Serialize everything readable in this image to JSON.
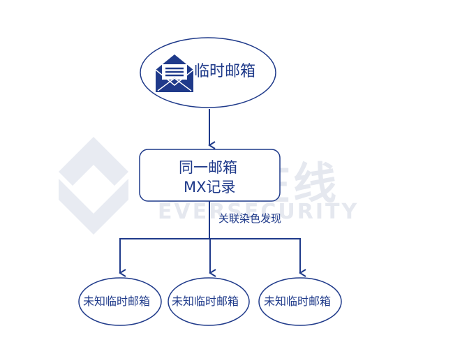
{
  "watermark": {
    "cn": "永安在线",
    "en": "EVERSECURITY"
  },
  "nodes": {
    "root": {
      "label": "临时邮箱",
      "icon": "open-envelope-icon"
    },
    "middle": {
      "line1": "同一邮箱",
      "line2": "MX记录"
    },
    "leaves": [
      {
        "label": "未知临时邮箱"
      },
      {
        "label": "未知临时邮箱"
      },
      {
        "label": "未知临时邮箱"
      }
    ]
  },
  "edges": {
    "branch_label": "关联染色发现"
  },
  "colors": {
    "node_stroke": "#1f3a8a",
    "edge": "#1f3a8a",
    "watermark": "#e5e8ef"
  }
}
